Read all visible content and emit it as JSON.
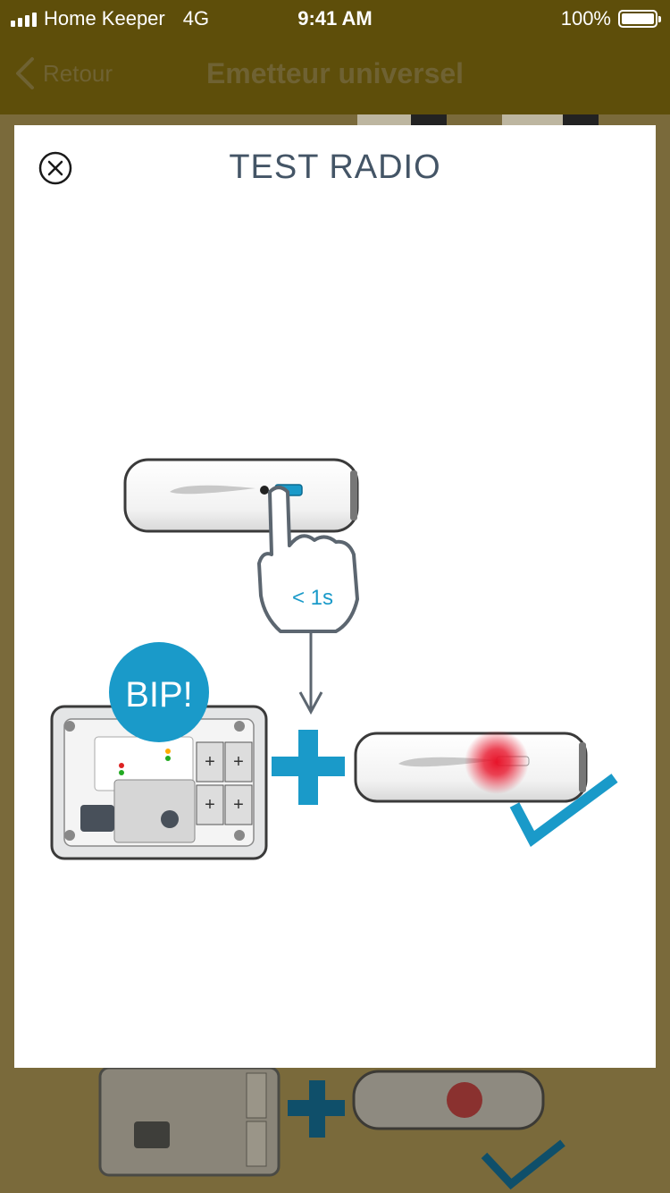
{
  "status_bar": {
    "carrier": "Home Keeper",
    "network": "4G",
    "time": "9:41 AM",
    "battery": "100%"
  },
  "nav": {
    "back_label": "Retour",
    "title": "Emetteur universel"
  },
  "modal": {
    "title": "TEST RADIO",
    "close_icon": "close-circle-icon"
  },
  "illustration": {
    "press_duration": "< 1s",
    "beep_label": "BIP!",
    "accent_color": "#1a9ac9"
  }
}
